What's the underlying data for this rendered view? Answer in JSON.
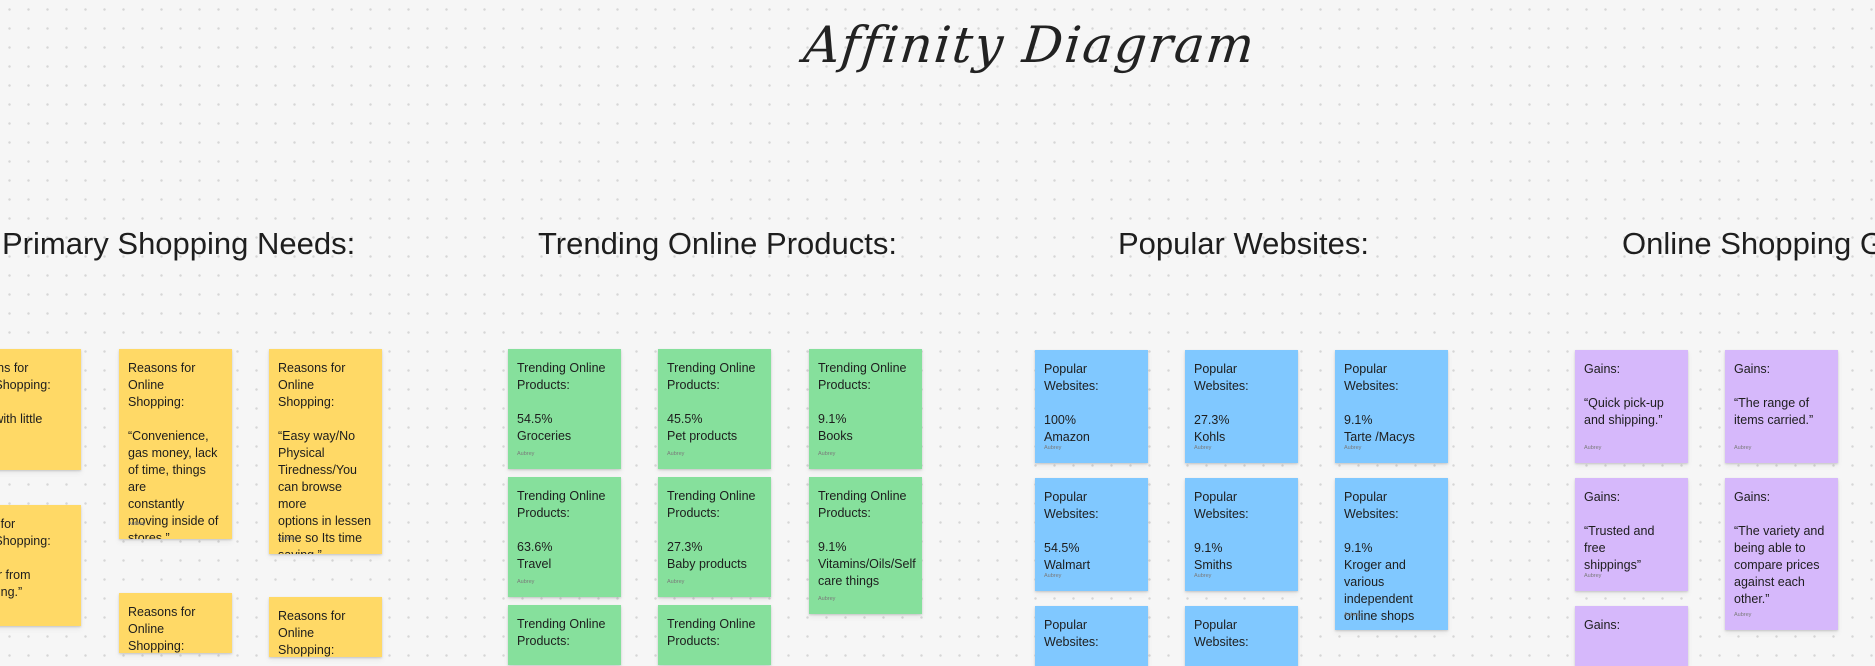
{
  "board": {
    "title": "Affinity Diagram"
  },
  "colors": {
    "yellow": "#ffd966",
    "green": "#86e09c",
    "blue": "#80c8ff",
    "purple": "#d6b8fb"
  },
  "sections": [
    {
      "title": "Primary Shopping Needs:"
    },
    {
      "title": "Trending Online Products:"
    },
    {
      "title": "Popular Websites:"
    },
    {
      "title": "Online Shopping G"
    }
  ],
  "notes": {
    "primary": [
      {
        "lines": [
          "asons for",
          "ne Shopping:",
          "",
          "ier with little",
          ".”"
        ]
      },
      {
        "lines": [
          "Reasons for",
          "Online Shopping:",
          "",
          "“Convenience,",
          "gas money, lack",
          "of time, things are",
          "constantly",
          "moving inside of",
          "stores.”"
        ],
        "author": "Aubrey"
      },
      {
        "lines": [
          "Reasons for",
          "Online Shopping:",
          "",
          "“Easy way/No",
          "Physical",
          "Tiredness/You",
          "can browse more",
          "options in lessen",
          "time so Its time",
          "saving.”"
        ],
        "author": "Aubrey"
      },
      {
        "lines": [
          "ons for",
          "ne Shopping:",
          "",
          "e far from",
          "rything.”"
        ]
      },
      {
        "lines": [
          "Reasons for",
          "Online Shopping:"
        ]
      },
      {
        "lines": [
          "Reasons for",
          "Online Shopping:"
        ]
      }
    ],
    "trending": [
      {
        "lines": [
          "Trending Online",
          "Products:",
          "",
          "54.5%",
          "Groceries"
        ],
        "author": "Aubrey"
      },
      {
        "lines": [
          "Trending Online",
          "Products:",
          "",
          "45.5%",
          "Pet products"
        ],
        "author": "Aubrey"
      },
      {
        "lines": [
          "Trending Online",
          "Products:",
          "",
          "9.1%",
          "Books"
        ],
        "author": "Aubrey"
      },
      {
        "lines": [
          "Trending Online",
          "Products:",
          "",
          "63.6%",
          "Travel"
        ],
        "author": "Aubrey"
      },
      {
        "lines": [
          "Trending Online",
          "Products:",
          "",
          "27.3%",
          "Baby products"
        ],
        "author": "Aubrey"
      },
      {
        "lines": [
          "Trending Online",
          "Products:",
          "",
          "9.1%",
          "Vitamins/Oils/Self",
          "care things"
        ],
        "author": "Aubrey"
      },
      {
        "lines": [
          "Trending Online",
          "Products:"
        ]
      },
      {
        "lines": [
          "Trending Online",
          "Products:"
        ]
      }
    ],
    "websites": [
      {
        "lines": [
          "Popular Websites:",
          "",
          "100%",
          "Amazon"
        ],
        "author": "Aubrey"
      },
      {
        "lines": [
          "Popular Websites:",
          "",
          "27.3%",
          "Kohls"
        ],
        "author": "Aubrey"
      },
      {
        "lines": [
          "Popular Websites:",
          "",
          "9.1%",
          "Tarte /Macys"
        ],
        "author": "Aubrey"
      },
      {
        "lines": [
          "Popular Websites:",
          "",
          "54.5%",
          "Walmart"
        ],
        "author": "Aubrey"
      },
      {
        "lines": [
          "Popular Websites:",
          "",
          "9.1%",
          "Smiths"
        ],
        "author": "Aubrey"
      },
      {
        "lines": [
          "Popular Websites:",
          "",
          "9.1%",
          "Kroger and",
          "various",
          "independent",
          "online shops"
        ],
        "author": "Aubrey"
      },
      {
        "lines": [
          "Popular Websites:"
        ]
      },
      {
        "lines": [
          "Popular Websites:"
        ]
      }
    ],
    "gains": [
      {
        "lines": [
          "Gains:",
          "",
          "“Quick pick-up",
          "and shipping.”"
        ],
        "author": "Aubrey"
      },
      {
        "lines": [
          "Gains:",
          "",
          "“The range of",
          "items carried.”"
        ],
        "author": "Aubrey"
      },
      {
        "lines": [
          "Gains:",
          "",
          "“Trusted and free",
          "shippings”"
        ],
        "author": "Aubrey"
      },
      {
        "lines": [
          "Gains:",
          "",
          "“The variety and",
          "being able to",
          "compare prices",
          "against each",
          "other.”"
        ],
        "author": "Aubrey"
      },
      {
        "lines": [
          "Gains:"
        ]
      }
    ]
  }
}
